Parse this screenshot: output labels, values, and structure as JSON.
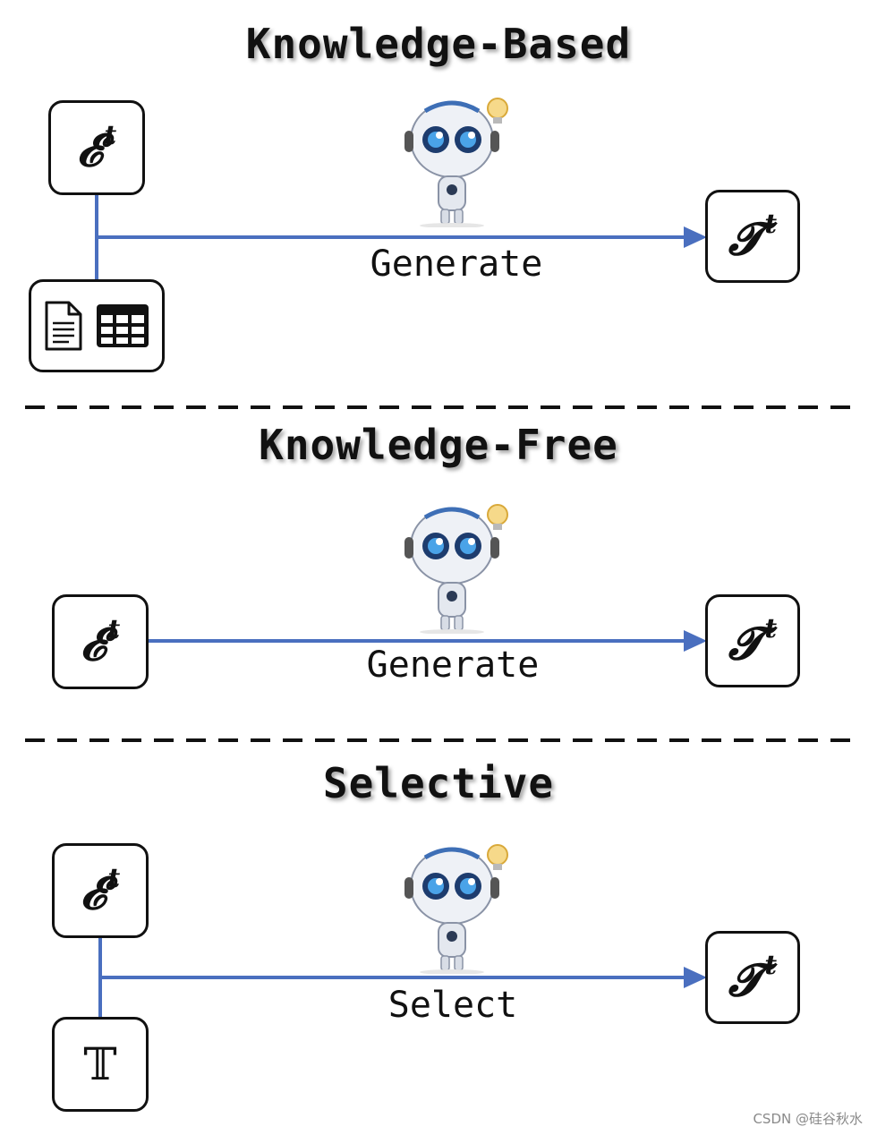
{
  "sections": [
    {
      "title": "Knowledge-Based",
      "action": "Generate"
    },
    {
      "title": "Knowledge-Free",
      "action": "Generate"
    },
    {
      "title": "Selective",
      "action": "Select"
    }
  ],
  "nodes": {
    "entity_symbol": "𝓔",
    "entity_sup": "t",
    "target_symbol": "𝓣",
    "target_sup": "t",
    "candidate_set_symbol": "𝕋"
  },
  "colors": {
    "arrow": "#4a6fbf",
    "box_border": "#111111",
    "divider": "#111111"
  },
  "icons": [
    "robot-icon",
    "lightbulb-icon",
    "document-icon",
    "table-icon"
  ],
  "watermark": "CSDN @硅谷秋水"
}
